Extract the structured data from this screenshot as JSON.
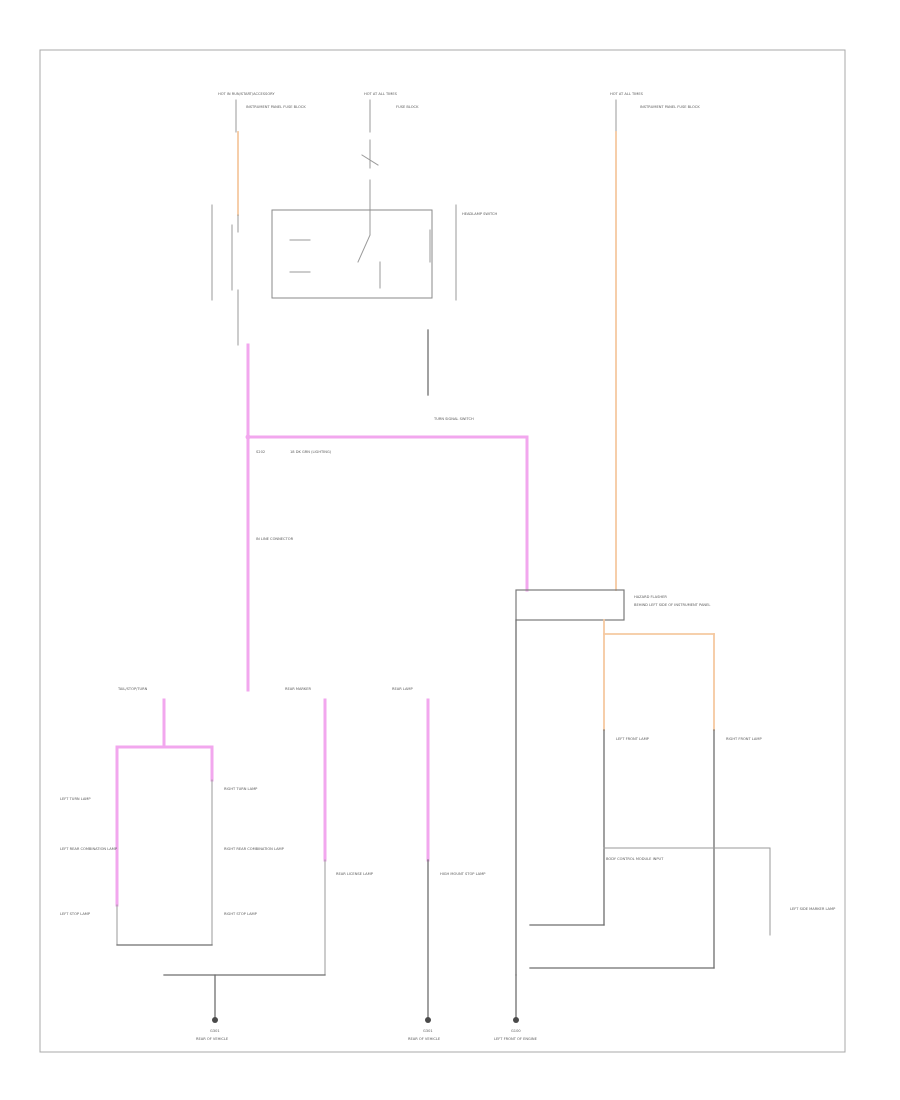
{
  "diagram": {
    "title": "",
    "footer_code": "",
    "colors": {
      "frame": "#a8a8a8",
      "wire_black": "#6e6e6e",
      "wire_pink": "#f2a7ee",
      "wire_orange": "#f5c9a0"
    },
    "labels": {
      "fuse_block_top_left": "HOT IN RUN/START/ACCESSORY",
      "fuse_block_top_left_detail": "INSTRUMENT PANEL FUSE BLOCK",
      "fuse_block_top_mid": "HOT AT ALL TIMES",
      "fuse_block_top_mid_detail": "FUSE BLOCK",
      "fuse_block_top_right": "HOT AT ALL TIMES",
      "fuse_block_top_right_detail": "INSTRUMENT PANEL FUSE BLOCK",
      "relay_label": "HEADLAMP SWITCH",
      "column_switch": "TURN SIGNAL SWITCH",
      "splice_label": "S202",
      "wire_mid": "18 DK GRN (LIGHTING)",
      "connector_mid": "IN LINE CONNECTOR",
      "module_label": "HAZARD FLASHER",
      "module_detail": "BEHIND LEFT SIDE OF INSTRUMENT PANEL",
      "lamp_left_title": "TAIL/STOP/TURN",
      "lamp_mid_title": "REAR MARKER",
      "lamp_mid2_title": "REAR LAMP",
      "left_lamp_1": "LEFT TURN LAMP",
      "left_lamp_2": "LEFT REAR COMBINATION LAMP",
      "left_lamp_3": "LEFT STOP LAMP",
      "right_lamp_1": "RIGHT TURN LAMP",
      "right_lamp_2": "RIGHT REAR COMBINATION LAMP",
      "right_lamp_3": "RIGHT STOP LAMP",
      "mid_lamp": "REAR LICENSE LAMP",
      "mid2_lamp": "HIGH MOUNT STOP LAMP",
      "left_front": "LEFT FRONT LAMP",
      "right_front": "RIGHT FRONT LAMP",
      "body_ctrl": "BODY CONTROL MODULE INPUT",
      "side_marker": "LEFT SIDE MARKER LAMP",
      "ground_1": "G301",
      "ground_1_detail": "REAR OF VEHICLE",
      "ground_2": "G301",
      "ground_2_detail": "REAR OF VEHICLE",
      "ground_3": "G100",
      "ground_3_detail": "LEFT FRONT OF ENGINE"
    }
  }
}
